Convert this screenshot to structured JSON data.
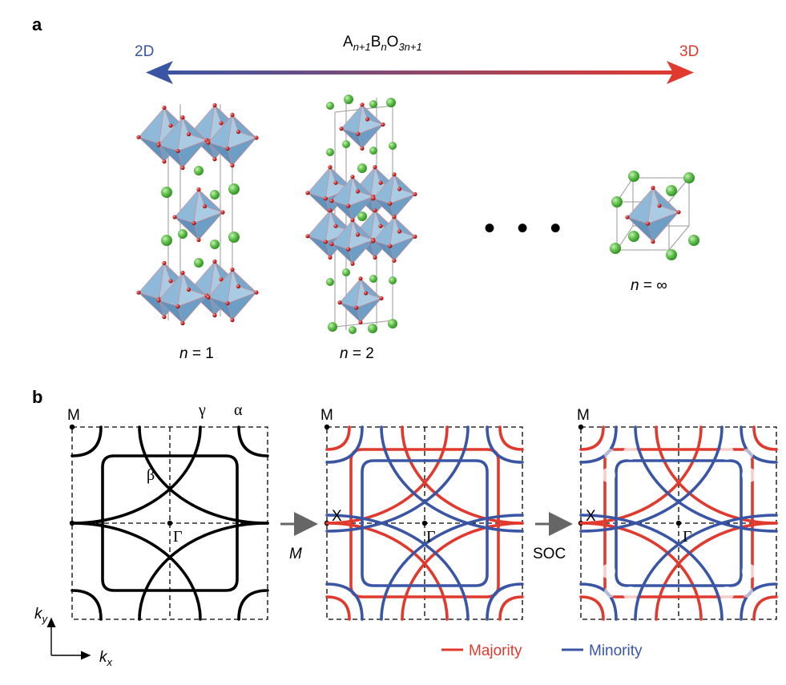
{
  "panel_a": {
    "label": "a",
    "formula_main": "A",
    "formula_sub1": "n+1",
    "formula_b": "B",
    "formula_sub2": "n",
    "formula_o": "O",
    "formula_sub3": "3n+1",
    "left_end": "2D",
    "right_end": "3D",
    "left_color": "#3a55a4",
    "right_color": "#e03a2f",
    "dots": "• • •",
    "structures": [
      {
        "n_label": "n",
        "value": " = 1"
      },
      {
        "n_label": "n",
        "value": " = 2"
      },
      {
        "n_label": "n",
        "value": " = ∞"
      }
    ],
    "octahedron_color": "#6fa3c8",
    "oxygen_color": "#d02828",
    "a_site_color": "#5fc04a"
  },
  "panel_b": {
    "label": "b",
    "grid1": {
      "M": "M",
      "gamma_band": "γ",
      "alpha_band": "α",
      "beta_band": "β",
      "Gamma": "Γ"
    },
    "grid2": {
      "M": "M",
      "X": "X",
      "Gamma": "Γ"
    },
    "grid3": {
      "M": "M",
      "X": "X",
      "Gamma": "Γ"
    },
    "arrow1_label": "M",
    "arrow2_label": "SOC",
    "axis_ky": "k",
    "axis_ky_sub": "y",
    "axis_kx": "k",
    "axis_kx_sub": "x",
    "legend": [
      {
        "name": "Majority",
        "color": "#e03a2f"
      },
      {
        "name": "Minority",
        "color": "#3a55a4"
      }
    ]
  }
}
